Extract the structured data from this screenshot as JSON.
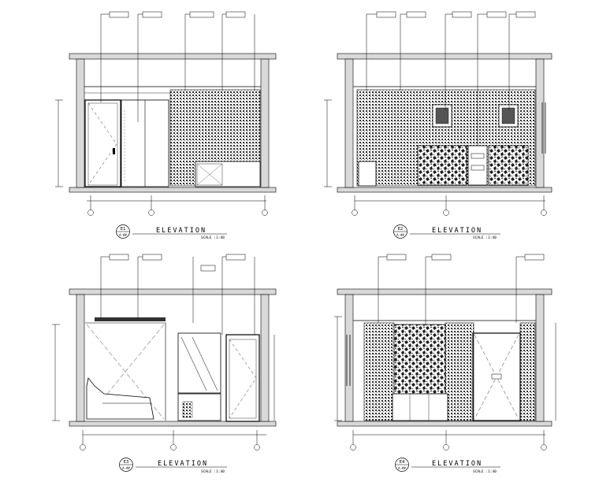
{
  "sheet": {
    "panels": [
      {
        "key": "e1",
        "badge": "E1",
        "badge_sub": "A-##",
        "title": "ELEVATION",
        "scale": "SCALE :1:40"
      },
      {
        "key": "e2",
        "badge": "E2",
        "badge_sub": "A-##",
        "title": "ELEVATION",
        "scale": "SCALE :1:40"
      },
      {
        "key": "e3",
        "badge": "E3",
        "badge_sub": "A-##",
        "title": "ELEVATION",
        "scale": "SCALE :1:40"
      },
      {
        "key": "e4",
        "badge": "E4",
        "badge_sub": "A-##",
        "title": "ELEVATION",
        "scale": "SCALE :1:40"
      }
    ],
    "colors": {
      "line": "#000000",
      "hatch": "#3a3a3a",
      "paper": "#ffffff",
      "wall": "#d9d9d9"
    }
  }
}
